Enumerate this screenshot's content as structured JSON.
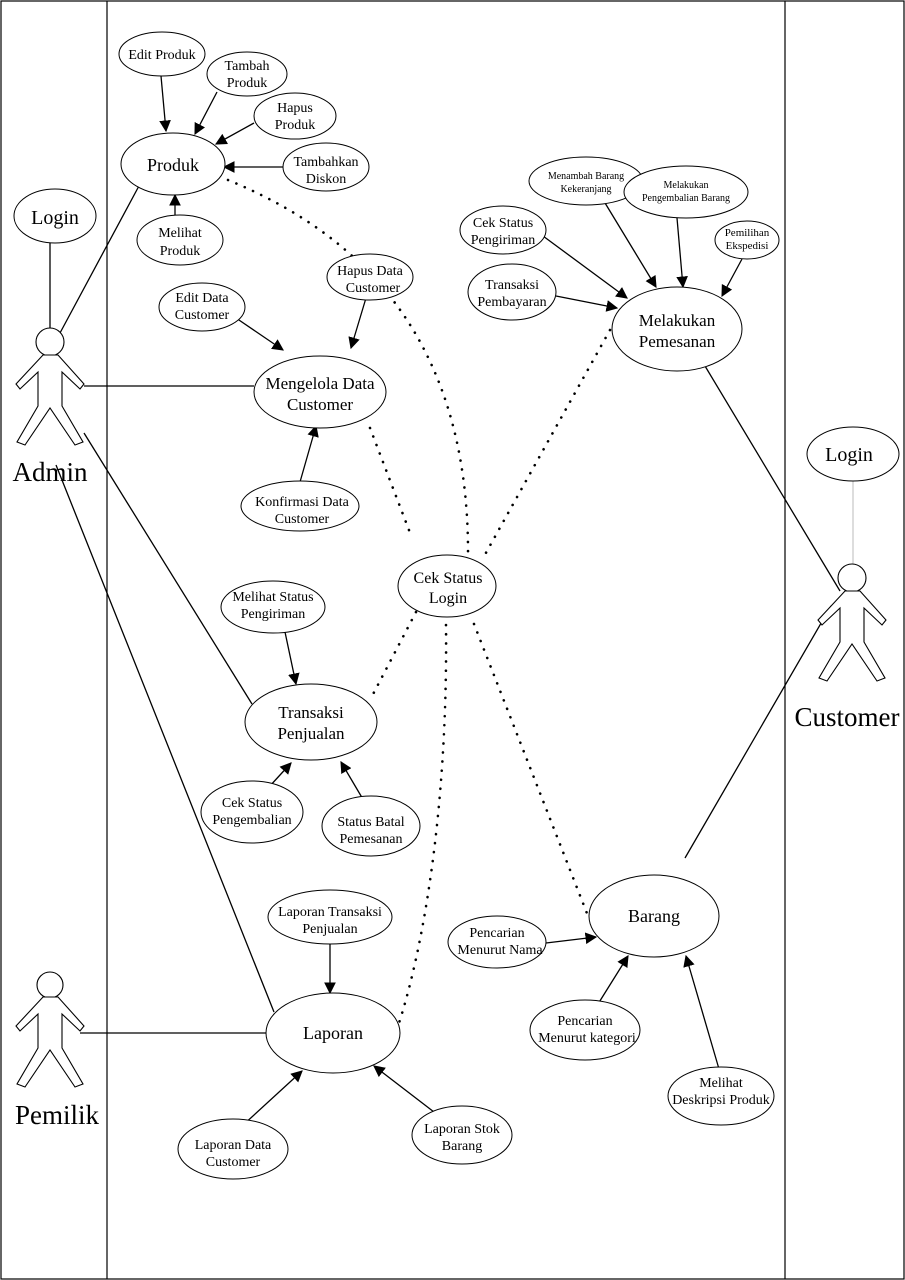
{
  "actors": {
    "admin": "Admin",
    "customer": "Customer",
    "pemilik": "Pemilik"
  },
  "use_cases": {
    "login_admin": "Login",
    "login_customer": "Login",
    "produk": "Produk",
    "edit_produk": "Edit Produk",
    "tambah_produk": [
      "Tambah",
      "Produk"
    ],
    "hapus_produk": [
      "Hapus",
      "Produk"
    ],
    "tambahkan_diskon": [
      "Tambahkan",
      "Diskon"
    ],
    "melihat_produk": [
      "Melihat",
      "Produk"
    ],
    "edit_data_customer": [
      "Edit Data",
      "Customer"
    ],
    "hapus_data_customer": [
      "Hapus Data",
      "Customer"
    ],
    "mengelola_data_customer": [
      "Mengelola Data",
      "Customer"
    ],
    "konfirmasi_data_customer": [
      "Konfirmasi Data",
      "Customer"
    ],
    "cek_status_login": [
      "Cek Status",
      "Login"
    ],
    "melihat_status_pengiriman": [
      "Melihat Status",
      "Pengiriman"
    ],
    "transaksi_penjualan": [
      "Transaksi",
      "Penjualan"
    ],
    "cek_status_pengembalian": [
      "Cek Status",
      "Pengembalian"
    ],
    "status_batal_pemesanan": [
      "Status Batal",
      "Pemesanan"
    ],
    "laporan_transaksi_penjualan": [
      "Laporan Transaksi",
      "Penjualan"
    ],
    "laporan": "Laporan",
    "laporan_data_customer": [
      "Laporan Data",
      "Customer"
    ],
    "laporan_stok_barang": [
      "Laporan Stok",
      "Barang"
    ],
    "menambah_barang_keranjang": [
      "Menambah Barang",
      "Kekeranjang"
    ],
    "melakukan_pengembalian_barang": [
      "Melakukan",
      "Pengembalian Barang"
    ],
    "cek_status_pengiriman": [
      "Cek Status",
      "Pengiriman"
    ],
    "pemilihan_ekspedisi": [
      "Pemilihan",
      "Ekspedisi"
    ],
    "transaksi_pembayaran": [
      "Transaksi",
      "Pembayaran"
    ],
    "melakukan_pemesanan": [
      "Melakukan",
      "Pemesanan"
    ],
    "barang": "Barang",
    "pencarian_menurut_nama": [
      "Pencarian",
      "Menurut Nama"
    ],
    "pencarian_menurut_kategori": [
      "Pencarian",
      "Menurut kategori"
    ],
    "melihat_deskripsi_produk": [
      "Melihat",
      "Deskripsi Produk"
    ]
  }
}
